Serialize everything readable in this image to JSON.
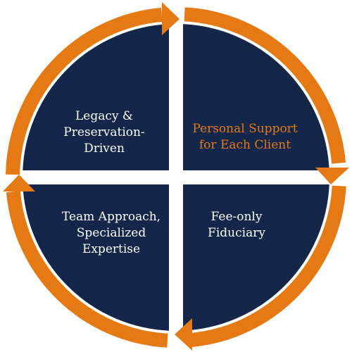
{
  "colors": {
    "ring": "#e57a15",
    "quadrant_fill": "#14274a",
    "quadrant_border": "#ffffff",
    "text_light": "#ffffff",
    "text_accent": "#e57a15"
  },
  "quadrants": [
    {
      "id": "top-left",
      "label": "Legacy  &\nPreservation-\nDriven"
    },
    {
      "id": "top-right",
      "label": "Personal Support\nfor Each Client"
    },
    {
      "id": "bottom-left",
      "label": "Team Approach,\nSpecialized\nExpertise"
    },
    {
      "id": "bottom-right",
      "label": "Fee-only\nFiduciary"
    }
  ]
}
